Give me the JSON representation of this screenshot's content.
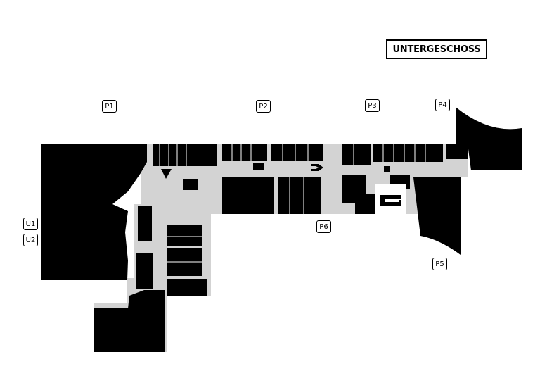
{
  "floor_label": "UNTERGESCHOSS",
  "parking_labels": {
    "p1": "P1",
    "p2": "P2",
    "p3": "P3",
    "p4": "P4",
    "p5": "P5",
    "p6": "P6",
    "u1": "U1",
    "u2": "U2"
  },
  "icons": {
    "direction_arrow": "arrow-right-icon",
    "store_logo": "g-logo-icon"
  },
  "colors": {
    "shop": "#000000",
    "corridor": "#d3d3d3",
    "background": "#ffffff"
  }
}
